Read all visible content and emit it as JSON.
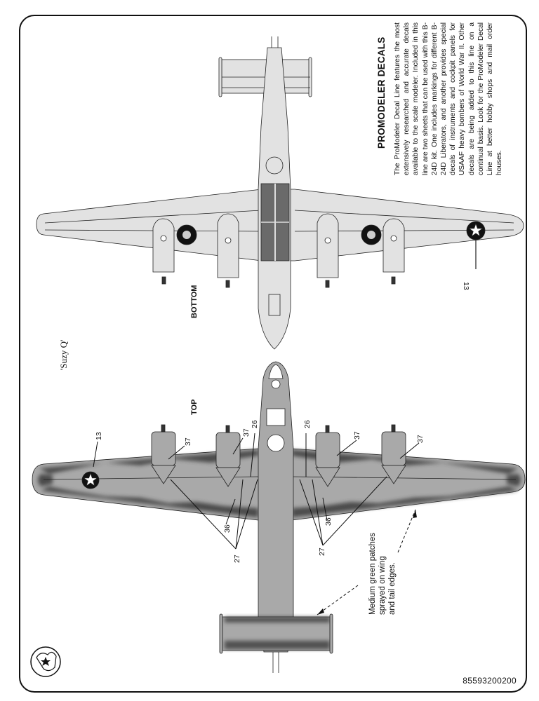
{
  "document": {
    "heading": "PROMODELER DECALS",
    "body": "The ProModeler Decal Line features the most extensively researched and accurate decals available to the scale modeler. Included in this line are two sheets that can be used with this B-24D kit. One includes markings for different B-24D Liberators, and another provides special decals of instruments and cockpit panels for USAAF heavy bombers of World War II. Other decals are being added to this line on a continual basis. Look for the ProModeler Decal Line at better hobby shops and mail order houses.",
    "aircraft_name": "'Suzy Q'",
    "view_labels": {
      "bottom": "BOTTOM",
      "top": "TOP"
    },
    "paint_note": "Medium green patches\nsprayed on wing\nand tail edges.",
    "document_id": "85593200200"
  },
  "callouts": {
    "bottom_view": [
      "13"
    ],
    "top_view": [
      "13",
      "37",
      "37",
      "26",
      "26",
      "37",
      "37",
      "36",
      "36",
      "27",
      "27"
    ]
  },
  "colors": {
    "ink": "#111111",
    "underside": "#e2e2e2",
    "topside": "#a9a9a9",
    "green_patch": "#3a3a3a",
    "bomb_bay": "#6a6a6a"
  },
  "icons": {
    "logo": "promodeler-eagle-star-logo",
    "insignia": "us-star-roundel"
  }
}
